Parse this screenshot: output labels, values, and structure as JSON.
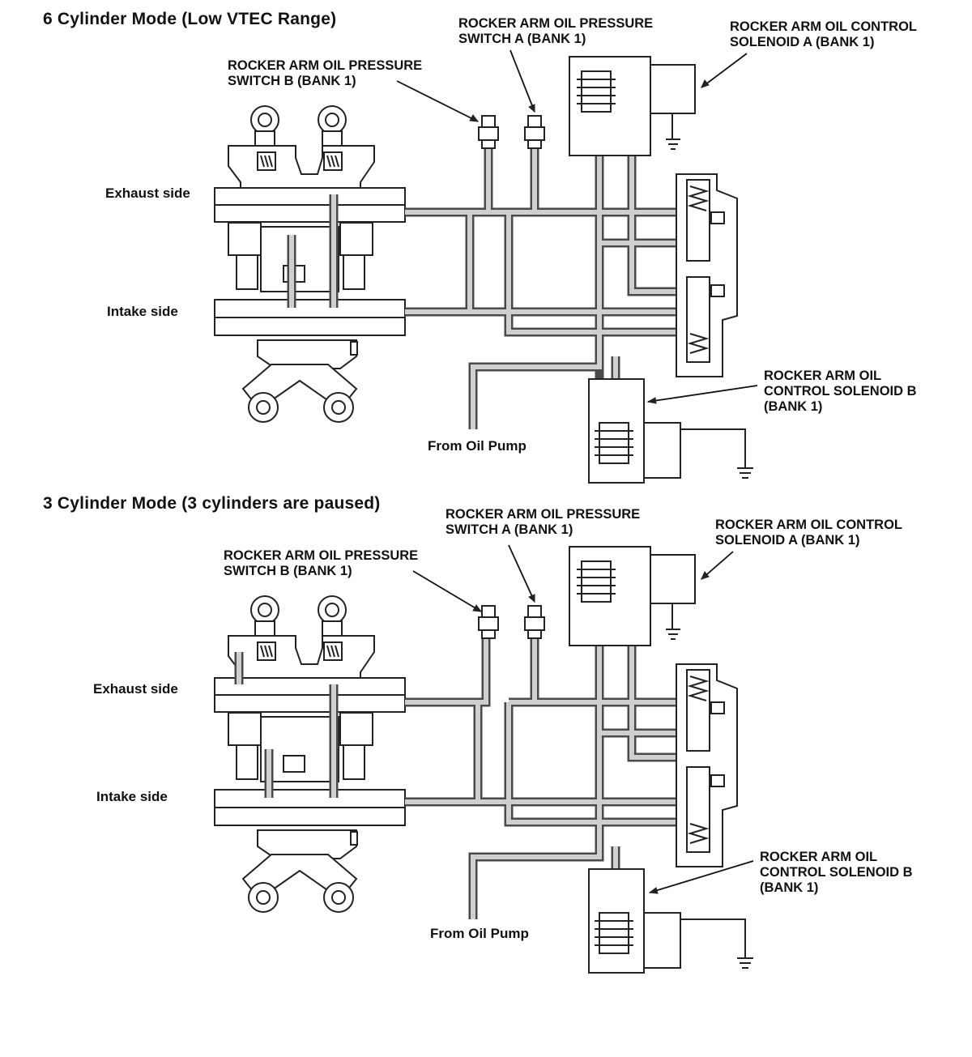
{
  "panels": [
    {
      "title": "6 Cylinder Mode (Low VTEC Range)",
      "labels": {
        "switch_b": "ROCKER ARM OIL PRESSURE\nSWITCH B (BANK 1)",
        "switch_a": "ROCKER ARM OIL PRESSURE\nSWITCH A (BANK 1)",
        "solenoid_a": "ROCKER ARM OIL CONTROL\nSOLENOID A (BANK 1)",
        "solenoid_b": "ROCKER ARM OIL\nCONTROL SOLENOID B\n(BANK 1)",
        "exhaust": "Exhaust side",
        "intake": "Intake side",
        "pump": "From Oil Pump"
      }
    },
    {
      "title": "3 Cylinder Mode (3 cylinders are paused)",
      "labels": {
        "switch_b": "ROCKER ARM OIL PRESSURE\nSWITCH B (BANK 1)",
        "switch_a": "ROCKER ARM OIL PRESSURE\nSWITCH A (BANK 1)",
        "solenoid_a": "ROCKER ARM OIL CONTROL\nSOLENOID A (BANK 1)",
        "solenoid_b": "ROCKER ARM OIL\nCONTROL SOLENOID B\n(BANK 1)",
        "exhaust": "Exhaust side",
        "intake": "Intake side",
        "pump": "From Oil Pump"
      }
    }
  ]
}
